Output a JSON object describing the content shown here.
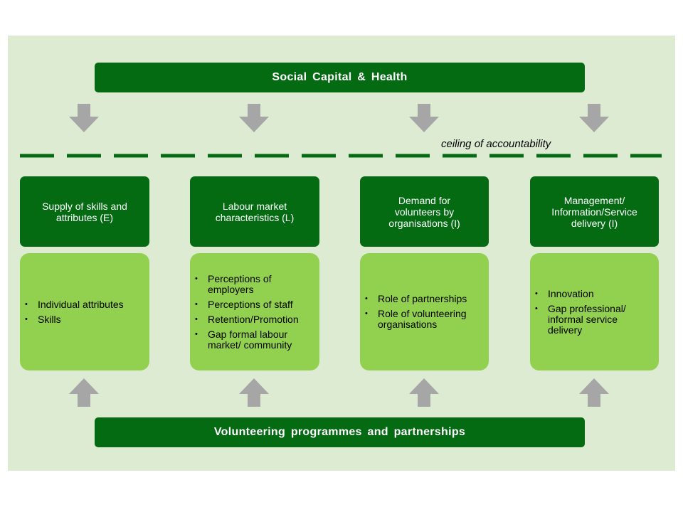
{
  "top_banner": "Social  Capital & Health",
  "bottom_banner": "Volunteering  programmes  and  partnerships",
  "ceiling_label": "ceiling of accountability",
  "colors": {
    "panel_bg": "#dcebd2",
    "dark_green": "#046b13",
    "light_green": "#92d050",
    "arrow_gray": "#a6a6a6"
  },
  "columns": [
    {
      "header": "Supply of skills and\nattributes (E)",
      "items": [
        "Individual attributes",
        "Skills"
      ]
    },
    {
      "header": "Labour market\ncharacteristics (L)",
      "items": [
        "Perceptions of\nemployers",
        "Perceptions of staff",
        "Retention/Promotion",
        "Gap  formal labour\nmarket/ community"
      ]
    },
    {
      "header": "Demand for\nvolunteers by\norganisations (I)",
      "items": [
        "Role of partnerships",
        "Role of volunteering\norganisations"
      ]
    },
    {
      "header": "Management/\nInformation/Service\ndelivery (I)",
      "items": [
        "Innovation",
        "Gap professional/\ninformal service\ndelivery"
      ]
    }
  ]
}
